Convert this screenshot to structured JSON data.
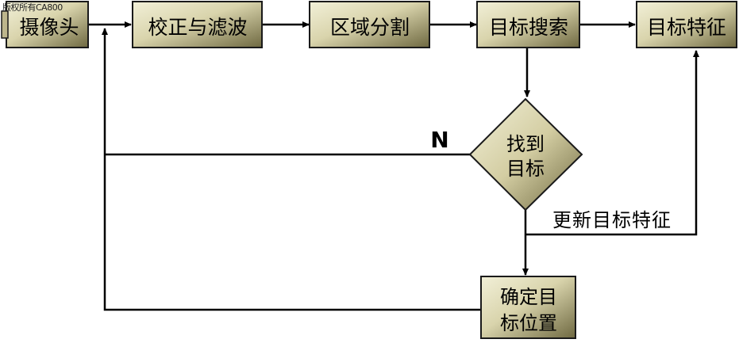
{
  "watermark": "版权所有CA800",
  "colors": {
    "box_fill_light": "#e9e6c8",
    "box_fill_dark": "#7a7448",
    "box_border": "#1a1a1a",
    "line": "#000000"
  },
  "nodes": {
    "camera": "摄像头",
    "correction": "校正与滤波",
    "segmentation": "区域分割",
    "search": "目标搜索",
    "feature": "目标特征",
    "found_line1": "找到",
    "found_line2": "目标",
    "locate_line1": "确定目",
    "locate_line2": "标位置"
  },
  "labels": {
    "no": "N",
    "update": "更新目标特征"
  }
}
